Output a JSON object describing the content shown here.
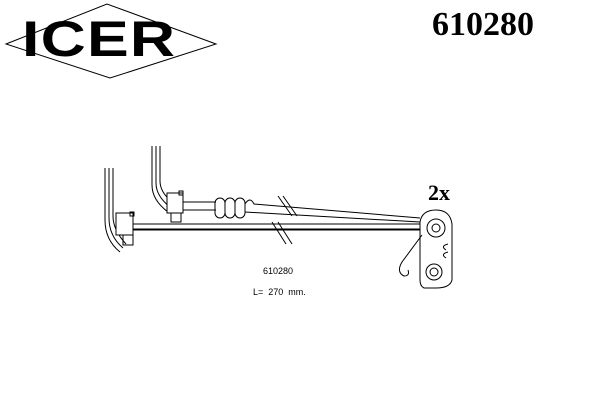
{
  "logo": {
    "text": "ICER"
  },
  "header": {
    "part_number": "610280"
  },
  "drawing": {
    "quantity": "2x",
    "caption_part_number": "610280",
    "caption_length": "L=  270  mm."
  }
}
